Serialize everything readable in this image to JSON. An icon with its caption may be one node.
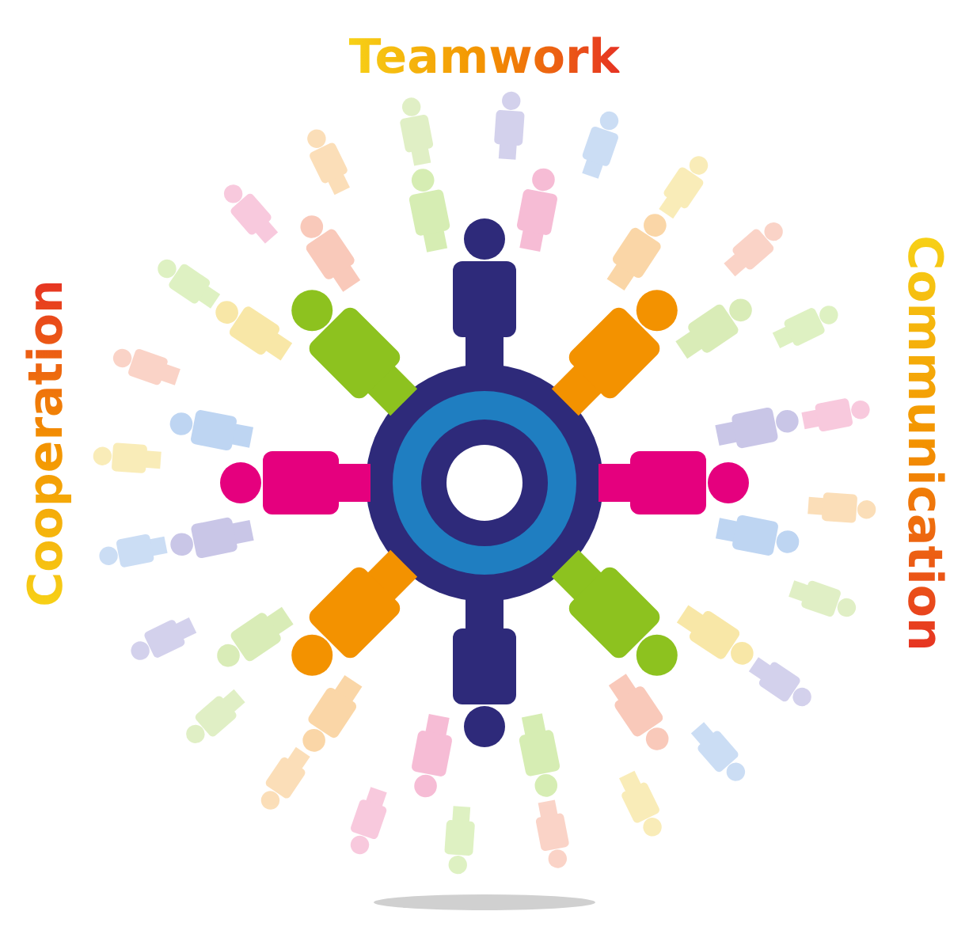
{
  "diagram": {
    "labels": [
      "Teamwork",
      "Cooperation",
      "Communication"
    ]
  }
}
